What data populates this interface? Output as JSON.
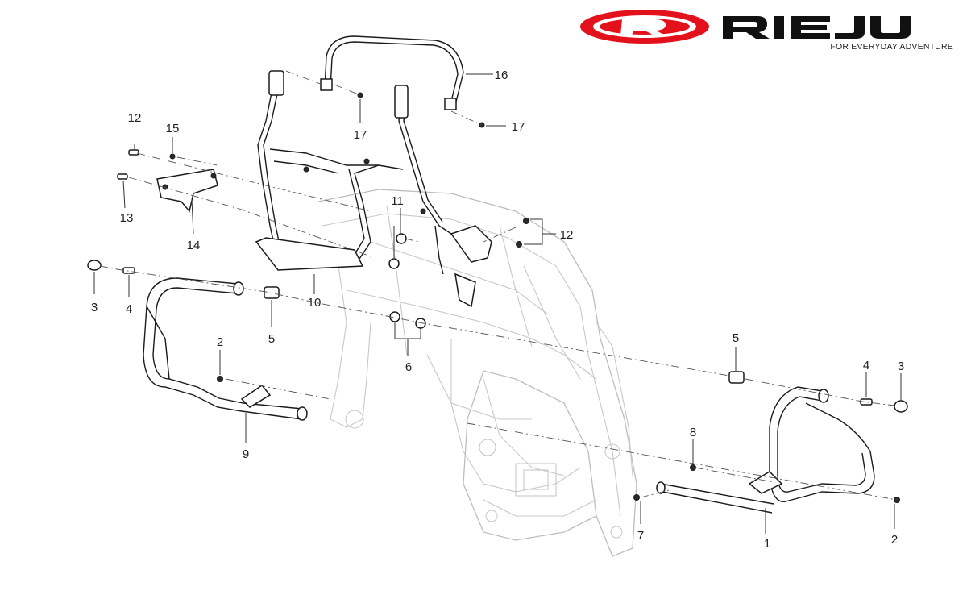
{
  "brand": {
    "name": "RIEJU",
    "tagline": "FOR EVERYDAY ADVENTURE",
    "logo_red": "#e3111b",
    "logo_black": "#111111"
  },
  "callouts": {
    "c1": "1",
    "c2a": "2",
    "c2b": "2",
    "c3a": "3",
    "c3b": "3",
    "c4a": "4",
    "c4b": "4",
    "c5a": "5",
    "c5b": "5",
    "c6": "6",
    "c7": "7",
    "c8": "8",
    "c9": "9",
    "c10": "10",
    "c11": "11",
    "c12a": "12",
    "c12b": "12",
    "c13": "13",
    "c14": "14",
    "c15": "15",
    "c16": "16",
    "c17a": "17",
    "c17b": "17"
  }
}
